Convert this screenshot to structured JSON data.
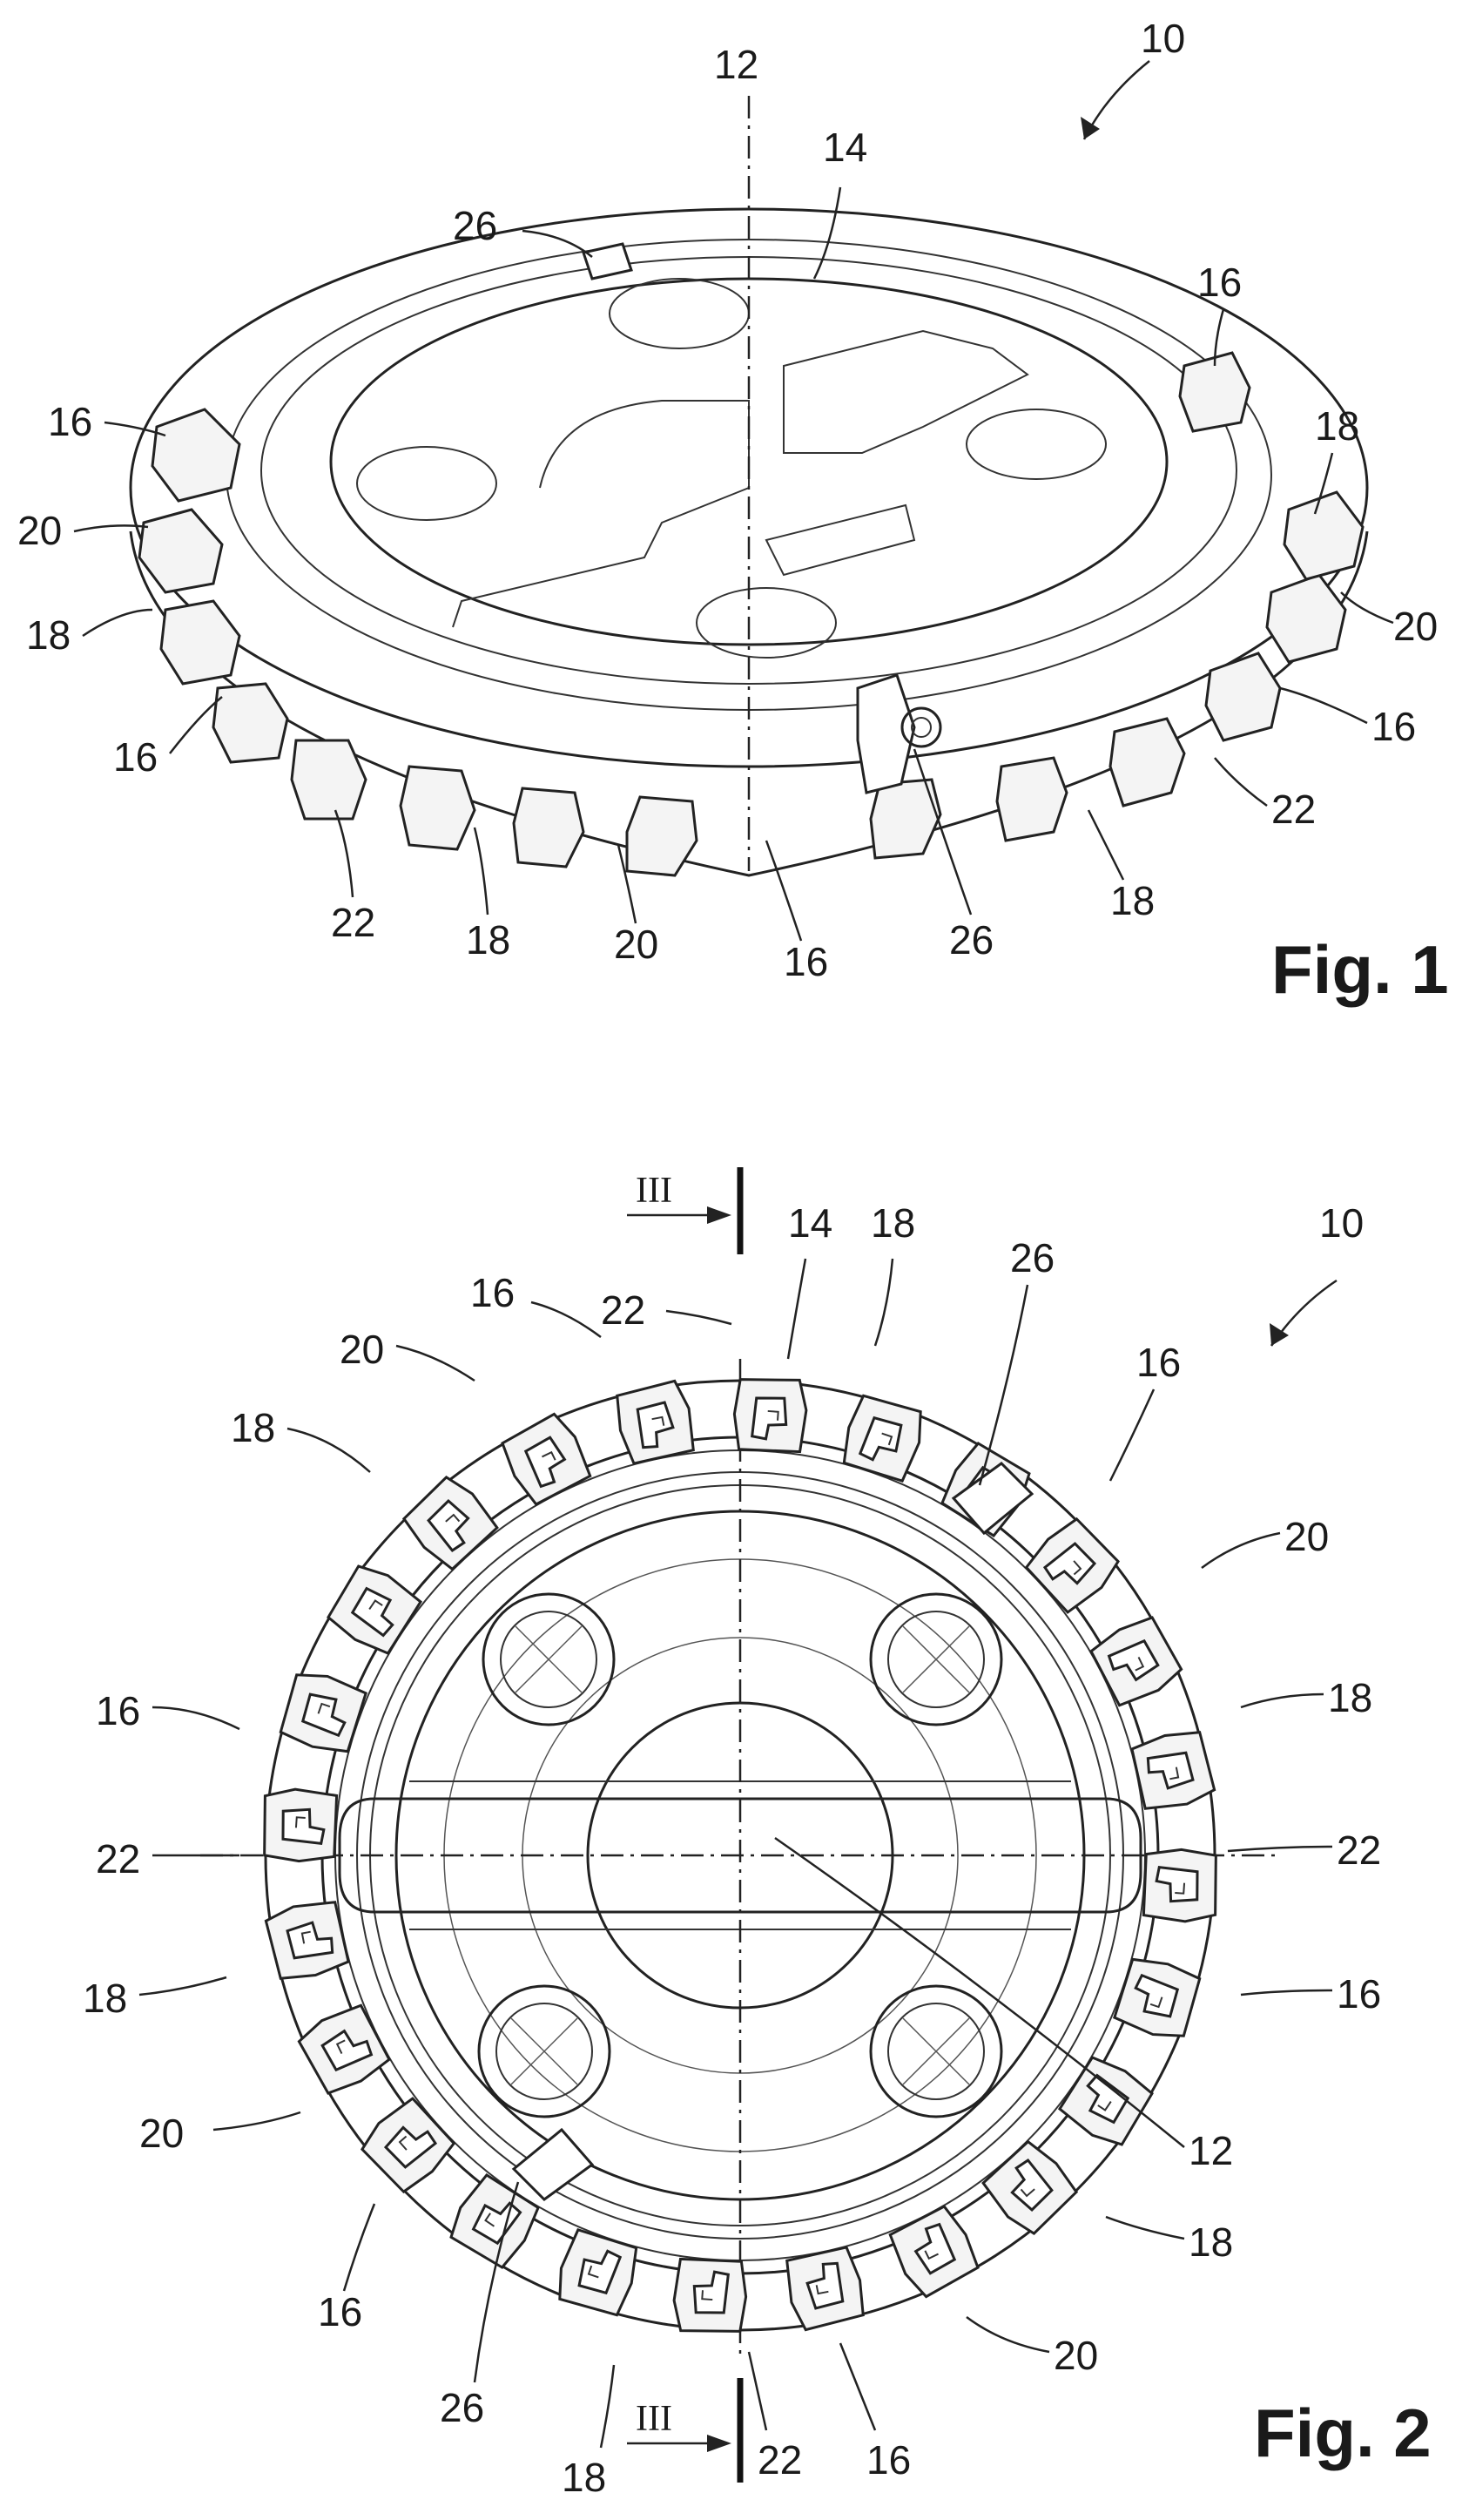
{
  "figure1": {
    "title": "Fig. 1",
    "labels": {
      "tool": "10",
      "axis": "12",
      "body": "14",
      "l16a": "16",
      "l16b": "16",
      "l16c": "16",
      "l16d": "16",
      "l16e": "16",
      "l18a": "18",
      "l18b": "18",
      "l18c": "18",
      "l18d": "18",
      "l20a": "20",
      "l20b": "20",
      "l20c": "20",
      "l22a": "22",
      "l22b": "22",
      "l26a": "26",
      "l26b": "26"
    }
  },
  "figure2": {
    "title": "Fig. 2",
    "section_top": "III",
    "section_bottom": "III",
    "labels": {
      "tool": "10",
      "axis": "12",
      "body": "14",
      "l16a": "16",
      "l16b": "16",
      "l16c": "16",
      "l16d": "16",
      "l16e": "16",
      "l16f": "16",
      "l18a": "18",
      "l18b": "18",
      "l18c": "18",
      "l18d": "18",
      "l18e": "18",
      "l18f": "18",
      "l20a": "20",
      "l20b": "20",
      "l20c": "20",
      "l20d": "20",
      "l22a": "22",
      "l22b": "22",
      "l22c": "22",
      "l22d": "22",
      "l26a": "26",
      "l26b": "26"
    }
  }
}
